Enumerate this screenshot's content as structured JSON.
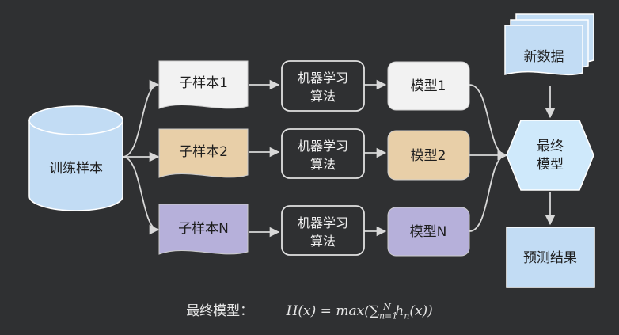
{
  "source": {
    "label": "训练样本",
    "color": "#c2dcf4"
  },
  "rows": [
    {
      "sample": "子样本1",
      "algo": [
        "机器学习",
        "算法"
      ],
      "model": "模型1",
      "sample_color": "#f2f2f2",
      "model_color": "#f2f2f2"
    },
    {
      "sample": "子样本2",
      "algo": [
        "机器学习",
        "算法"
      ],
      "model": "模型2",
      "sample_color": "#e8cfa8",
      "model_color": "#e8cfa8"
    },
    {
      "sample": "子样本N",
      "algo": [
        "机器学习",
        "算法"
      ],
      "model": "模型N",
      "sample_color": "#b6b0da",
      "model_color": "#b6b0da"
    }
  ],
  "new_data": {
    "label": "新数据",
    "color": "#c2dcf4"
  },
  "final_model": {
    "lines": [
      "最终",
      "模型"
    ],
    "color": "#cfe9fb"
  },
  "prediction": {
    "label": "预测结果",
    "color": "#c2dcf4"
  },
  "formula": {
    "prefix": "最终模型：",
    "lhs": "H(x) = max(∑",
    "sub": "n=1",
    "sup": "N",
    "rhs": " h",
    "rhs_sub": "n",
    "tail": "(x))"
  }
}
